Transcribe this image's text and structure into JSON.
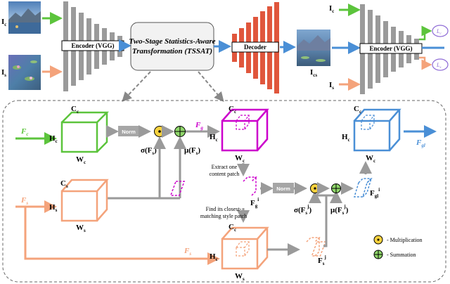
{
  "top": {
    "content_label": "I",
    "content_sub": "c",
    "style_label": "I",
    "style_sub": "s",
    "encoder_label": "Encoder (VGG)",
    "tssat_line1": "Two-Stage Statistics-Aware",
    "tssat_line2": "Transformation (TSSAT)",
    "decoder_label": "Decoder",
    "output_label": "I",
    "output_sub": "cs",
    "loss_c": "L",
    "loss_c_sub": "c",
    "loss_s": "L",
    "loss_s_sub": "s"
  },
  "bottom": {
    "fc": "F",
    "fc_sub": "c",
    "fs": "F",
    "fs_sub": "s",
    "Cc": "C",
    "Cc_sub": "c",
    "Hc": "H",
    "Hc_sub": "c",
    "Wc": "W",
    "Wc_sub": "c",
    "Cs": "C",
    "Cs_sub": "s",
    "Hs": "H",
    "Hs_sub": "s",
    "Ws": "W",
    "Ws_sub": "s",
    "norm": "Norm",
    "sigma_fs": "σ(F",
    "sigma_fs_sub": "s",
    "mu_fs": "μ(F",
    "mu_fs_sub": "s",
    "fg": "F",
    "fg_sub": "g",
    "fgl": "F",
    "fgl_sub": "gl",
    "extract_1": "Extract one",
    "extract_2": "content patch",
    "find_1": "Find its closest-",
    "find_2": "matching style patch",
    "fgi": "F",
    "fgi_sub": "g",
    "fgi_sup": "i",
    "fsj": "F",
    "fsj_sub": "s",
    "fsj_sup": "j",
    "fgli": "F",
    "fgli_sub": "gl",
    "fgli_sup": "i",
    "sigma_fsj": "σ(F",
    "sigma_fsj_sub": "s",
    "sigma_fsj_sup": "j",
    "mu_fsj": "μ(F",
    "mu_fsj_sub": "s",
    "mu_fsj_sup": "j",
    "close_paren": ")",
    "legend_mult": "- Multiplication",
    "legend_sum": "- Summation"
  },
  "colors": {
    "green": "#5cc43c",
    "orange": "#f4a37b",
    "magenta": "#cc00cc",
    "blue": "#4a8fd6",
    "purple": "#8e6bd6",
    "grey": "#999999",
    "dashed_grey": "#888888"
  }
}
